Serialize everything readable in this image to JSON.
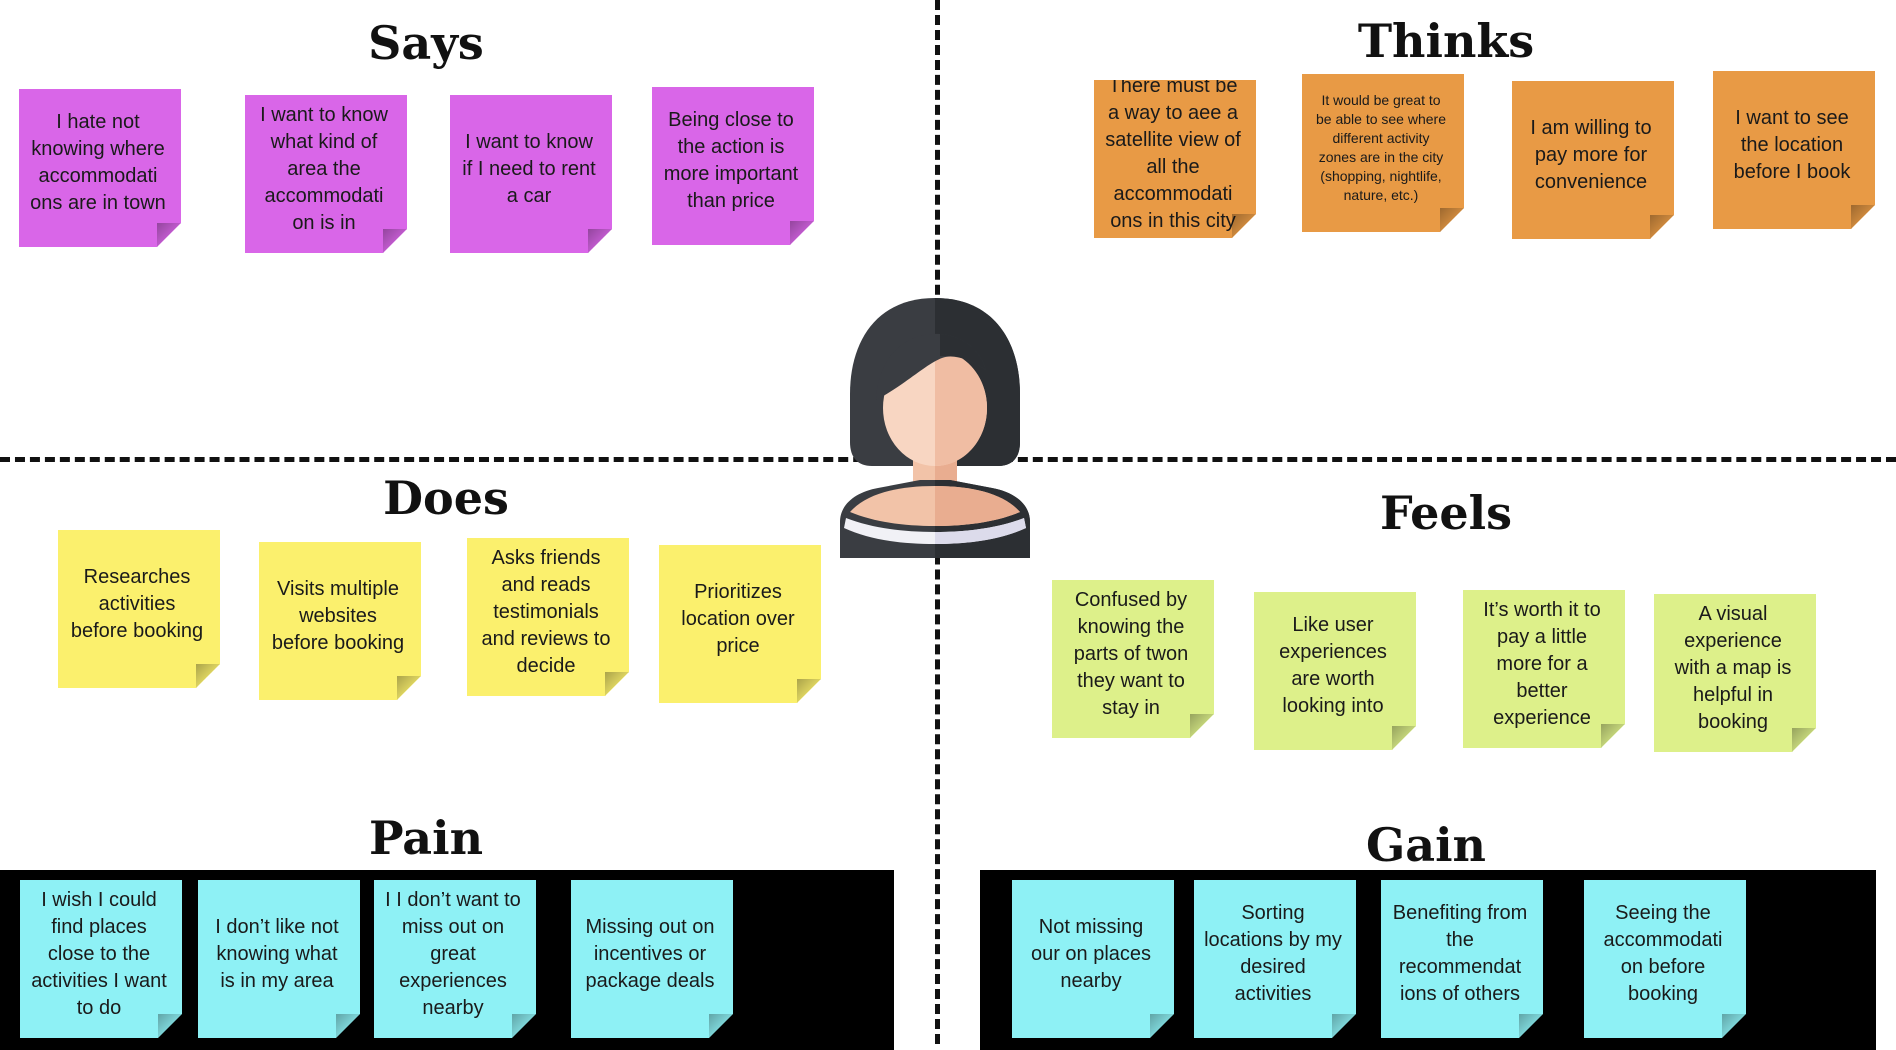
{
  "colors": {
    "says": "#d966e8",
    "thinks": "#e89a45",
    "does": "#fbf06d",
    "feels": "#ddf08a",
    "pain_gain": "#8ef1f5",
    "band": "#000000"
  },
  "says": {
    "title": "Says",
    "notes": [
      "I hate not knowing where accommodati ons are in town",
      "I want to know what kind of area the accommodati on is in",
      "I want to know if I need to rent a car",
      "Being close to the action is more important than price"
    ]
  },
  "thinks": {
    "title": "Thinks",
    "notes": [
      "There must be a way to aee a satellite view of all the accommodati ons in this city",
      "It would be great to be able to see where different activity zones are in the city (shopping, nightlife, nature, etc.)",
      "I am willing to pay more for convenience",
      "I want to see the location before I book"
    ]
  },
  "does": {
    "title": "Does",
    "notes": [
      "Researches activities before booking",
      "Visits multiple websites before booking",
      "Asks friends and reads testimonials and reviews to decide",
      "Prioritizes location over price"
    ]
  },
  "feels": {
    "title": "Feels",
    "notes": [
      "Confused by knowing the parts of twon they want to stay in",
      "Like user experiences are worth looking into",
      "It’s worth it to pay a little more for a better experience",
      "A visual experience with a map is helpful in booking"
    ]
  },
  "pain": {
    "title": "Pain",
    "notes": [
      "I wish I could find places close to the activities I want to do",
      "I don’t like not knowing what is in my area",
      "I I don’t want to miss out on great experiences nearby",
      "Missing out on incentives or package deals"
    ]
  },
  "gain": {
    "title": "Gain",
    "notes": [
      "Not missing our on places nearby",
      "Sorting locations by my desired activities",
      "Benefiting from the recommendat ions of others",
      "Seeing the accommodati on before booking"
    ]
  },
  "persona_icon": "woman-avatar-icon"
}
